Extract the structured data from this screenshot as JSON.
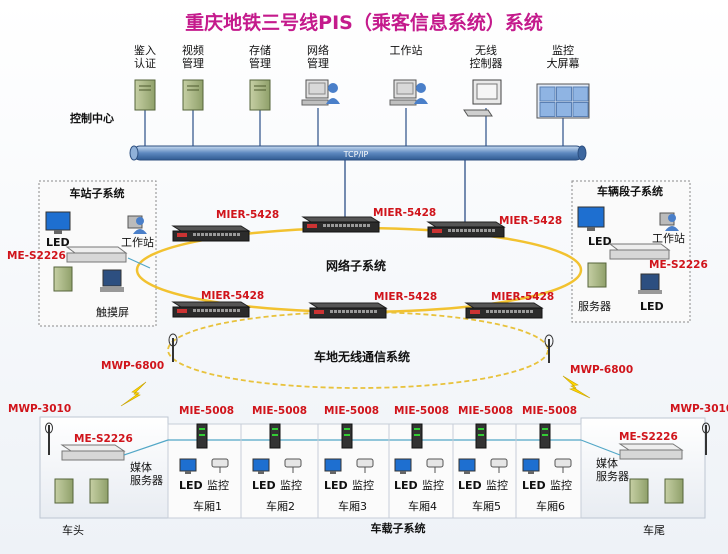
{
  "title": "重庆地铁三号线PIS（乘客信息系统）系统",
  "control_center": {
    "label": "控制中心",
    "bus_label": "TCP/IP",
    "nodes": [
      {
        "label": "鉴入\n认证",
        "icon": "server-icon"
      },
      {
        "label": "视频\n管理",
        "icon": "server-icon"
      },
      {
        "label": "存储\n管理",
        "icon": "server-icon"
      },
      {
        "label": "网络\n管理",
        "icon": "workstation-icon"
      },
      {
        "label": "工作站",
        "icon": "workstation-icon"
      },
      {
        "label": "无线\n控制器",
        "icon": "controller-icon"
      },
      {
        "label": "监控\n大屏幕",
        "icon": "video-wall-icon"
      }
    ]
  },
  "station": {
    "title": "车站子系统",
    "led": "LED",
    "workstation": "工作站",
    "switch": "ME-S2226",
    "touch": "触摸屏"
  },
  "depot": {
    "title": "车辆段子系统",
    "led1": "LED",
    "workstation": "工作站",
    "switch": "ME-S2226",
    "server": "服务器",
    "led2": "LED"
  },
  "network": {
    "label": "网络子系统",
    "switches": [
      "MIER-5428",
      "MIER-5428",
      "MIER-5428",
      "MIER-5428",
      "MIER-5428",
      "MIER-5428"
    ]
  },
  "wireless": {
    "label": "车地无线通信系统",
    "ap_left": "MWP-6800",
    "ap_right": "MWP-6800"
  },
  "train": {
    "label": "车载子系统",
    "head": {
      "ap": "MWP-3010",
      "switch": "ME-S2226",
      "server": "媒体\n服务器",
      "label": "车头"
    },
    "tail": {
      "ap": "MWP-3010",
      "switch": "ME-S2226",
      "server": "媒体\n服务器",
      "label": "车尾"
    },
    "cars": [
      {
        "switch": "MIE-5008",
        "led": "LED",
        "cam": "监控",
        "label": "车厢1"
      },
      {
        "switch": "MIE-5008",
        "led": "LED",
        "cam": "监控",
        "label": "车厢2"
      },
      {
        "switch": "MIE-5008",
        "led": "LED",
        "cam": "监控",
        "label": "车厢3"
      },
      {
        "switch": "MIE-5008",
        "led": "LED",
        "cam": "监控",
        "label": "车厢4"
      },
      {
        "switch": "MIE-5008",
        "led": "LED",
        "cam": "监控",
        "label": "车厢5"
      },
      {
        "switch": "MIE-5008",
        "led": "LED",
        "cam": "监控",
        "label": "车厢6"
      }
    ]
  }
}
